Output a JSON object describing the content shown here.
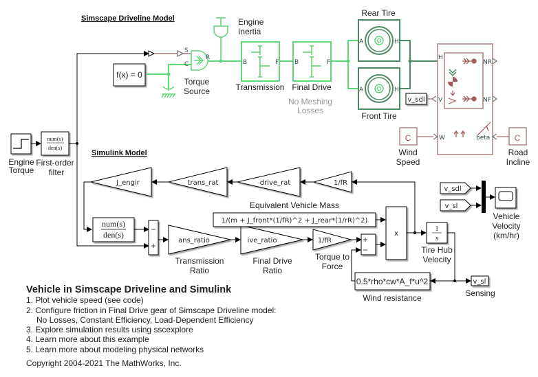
{
  "colors": {
    "simscape_green": "#5ed67a",
    "tire_green": "#4d8a64",
    "vehicle_body": "#b08484",
    "signal_black": "#000000",
    "physical_signal": "#a87070",
    "muted_text": "#999999"
  },
  "sections": {
    "simscape_title": "Simscape Driveline Model",
    "simulink_title": "Simulink Model"
  },
  "simscape": {
    "engine_inertia": "Engine\nInertia",
    "engine_inertia_l1": "Engine",
    "engine_inertia_l2": "Inertia",
    "solver_config": "f(x) = 0",
    "torque_source_l1": "Torque",
    "torque_source_l2": "Source",
    "transmission": "Transmission",
    "final_drive": "Final Drive",
    "no_losses_l1": "No Meshing",
    "no_losses_l2": "Losses",
    "rear_tire": "Rear Tire",
    "front_tire": "Front Tire",
    "wind_speed_l1": "Wind",
    "wind_speed_l2": "Speed",
    "road_incline_l1": "Road",
    "road_incline_l2": "Incline",
    "const_symbol": "C",
    "vsdl_tag": "v_sdl",
    "ports": {
      "S": "S",
      "C": "C",
      "R": "R",
      "B": "B",
      "F": "F",
      "A": "A",
      "H": "H",
      "NR": "NR",
      "NF": "NF",
      "V": "V",
      "W": "W",
      "beta": "beta"
    }
  },
  "inputs": {
    "engine_torque_l1": "Engine",
    "engine_torque_l2": "Torque",
    "filter_l1": "First-order",
    "filter_l2": "filter",
    "tf_num": "num(s)",
    "tf_den": "den(s)"
  },
  "simulink": {
    "gain_j_engine": "J_engir",
    "gain_trans_feedback": "trans_rat",
    "gain_drive_feedback": "drive_rat",
    "gain_1_fr_feedback": "1/fR",
    "equiv_mass_label": "Equivalent Vehicle Mass",
    "equiv_mass_expr": "1/(m + J_front*(1/fR)^2 + J_rear*(1/rR)^2)",
    "gain_trans_ratio": "ans_ratio",
    "trans_ratio_l1": "Transmission",
    "trans_ratio_l2": "Ratio",
    "gain_drive_ratio": "ive_ratio",
    "drive_ratio_l1": "Final Drive",
    "drive_ratio_l2": "Ratio",
    "gain_torque_force": "1/fR",
    "torque_force_l1": "Torque to",
    "torque_force_l2": "Force",
    "product_symbol": "x",
    "sum_minus": "−",
    "sum_plus": "+",
    "integrator_num": "1",
    "integrator_den": "s",
    "integrator_l1": "Tire Hub",
    "integrator_l2": "Velocity",
    "wind_expr": "0.5*rho*cw*A_f*u^2",
    "wind_label": "Wind resistance",
    "goto_vsl": "v_sl",
    "sensing_label": "Sensing",
    "from_vsdl": "v_sdl",
    "from_vsl": "v_sl",
    "scope_l1": "Vehicle",
    "scope_l2": "Velocity",
    "scope_l3": "(km/hr)"
  },
  "annotation": {
    "heading": "Vehicle in Simscape Driveline and Simulink",
    "items": [
      "1. Plot vehicle speed (see code)",
      "2. Configure friction in Final Drive gear of Simscape Driveline model:",
      "No Losses, Constant Efficiency, Load-Dependent Efficiency",
      "3. Explore simulation results using sscexplore",
      "4. Learn more about this example",
      "5. Learn more about modeling physical networks"
    ],
    "copyright": "Copyright 2004-2021 The MathWorks, Inc."
  }
}
